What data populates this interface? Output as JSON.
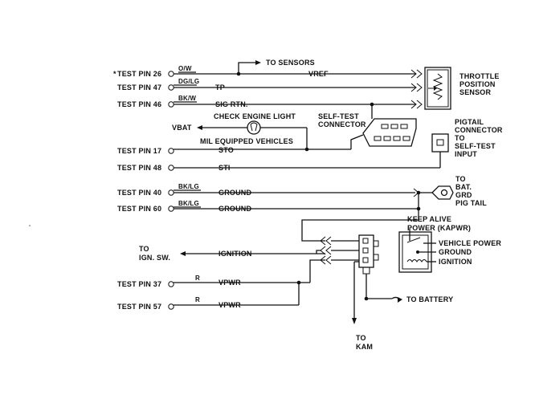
{
  "pins": [
    {
      "label": "TEST PIN 26",
      "prefix": "*",
      "color_code": "O/W",
      "signal": "VREF"
    },
    {
      "label": "TEST PIN 47",
      "color_code": "DG/LG",
      "signal": "TP"
    },
    {
      "label": "TEST PIN 46",
      "color_code": "BK/W",
      "signal": "SIG RTN."
    },
    {
      "label": "TEST PIN 17",
      "color_code": "",
      "signal": "STO"
    },
    {
      "label": "TEST PIN 48",
      "color_code": "",
      "signal": "STI"
    },
    {
      "label": "TEST PIN 40",
      "color_code": "BK/LG",
      "signal": "GROUND"
    },
    {
      "label": "TEST PIN 60",
      "color_code": "BK/LG",
      "signal": "GROUND"
    },
    {
      "label": "TEST PIN 37",
      "color_code": "R",
      "signal": "VPWR"
    },
    {
      "label": "TEST PIN 57",
      "color_code": "R",
      "signal": "VPWR"
    }
  ],
  "labels": {
    "to_sensors": "TO SENSORS",
    "tps": [
      "THROTTLE",
      "POSITION",
      "SENSOR"
    ],
    "self_test": [
      "SELF-TEST",
      "CONNECTOR"
    ],
    "check_engine": "CHECK ENGINE LIGHT",
    "vbat": "VBAT",
    "mil": "MIL EQUIPPED VEHICLES",
    "pigtail": [
      "PIGTAIL",
      "CONNECTOR",
      "TO",
      "SELF-TEST",
      "INPUT"
    ],
    "bat_grd": [
      "TO",
      "BAT.",
      "GRD",
      "PIG TAIL"
    ],
    "to_ign": [
      "TO",
      "IGN. SW."
    ],
    "ignition": "IGNITION",
    "keep_alive": [
      "KEEP ALIVE",
      "POWER (KAPWR)"
    ],
    "vehicle_power": "VEHICLE POWER",
    "relay_ground": "GROUND",
    "relay_ignition": "IGNITION",
    "to_battery": "TO BATTERY",
    "to_kam": [
      "TO",
      "KAM"
    ]
  }
}
